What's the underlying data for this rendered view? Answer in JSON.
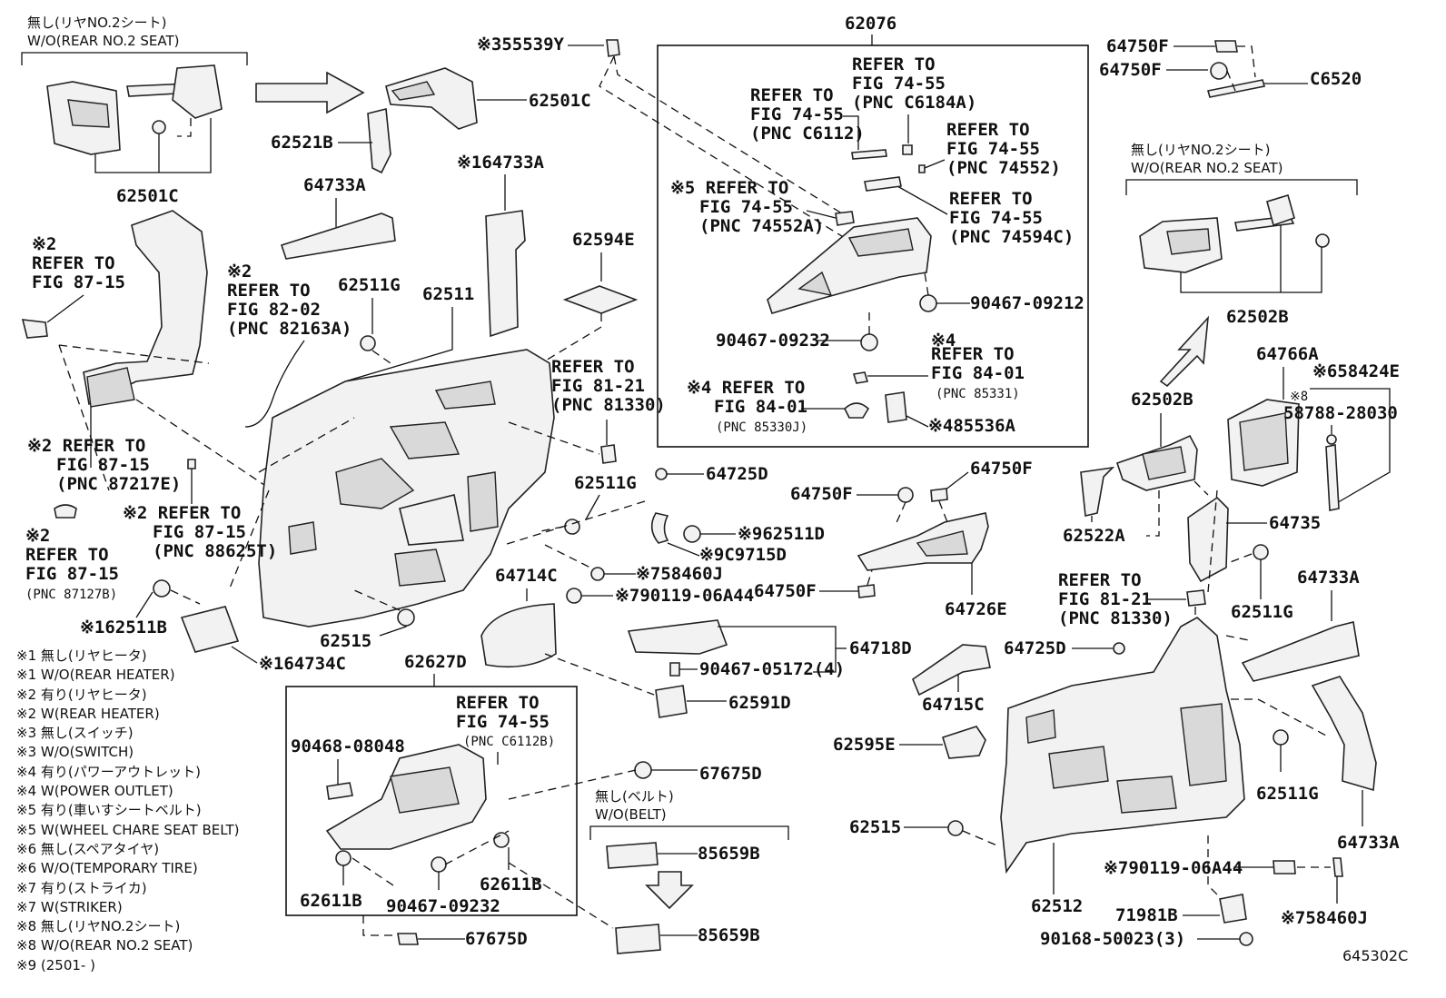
{
  "header": {
    "wo_rear_no2_seat_jp": "無し(リヤNO.2シート)",
    "wo_rear_no2_seat_en": "W/O(REAR NO.2 SEAT)",
    "wo_belt_jp": "無し(ベルト)",
    "wo_belt_en": "W/O(BELT)"
  },
  "parts": {
    "p62501C_a": "62501C",
    "p62501C_b": "62501C",
    "p55539Y": "※355539Y",
    "p62521B": "62521B",
    "p62076": "62076",
    "p64733A_a": "64733A",
    "p64733A_b": "※164733A",
    "p64733A_c": "64733A",
    "p64733A_d": "64733A",
    "p62594E": "62594E",
    "p62511G_a": "62511G",
    "p62511G_b": "62511G",
    "p62511G_c": "62511G",
    "p62511G_d": "62511G",
    "p62511": "62511",
    "p62511D": "※962511D",
    "pC9715D": "※9C9715D",
    "p64725D_a": "64725D",
    "p64725D_b": "64725D",
    "p64714C": "64714C",
    "p58460J_a": "※758460J",
    "p58460J_b": "※758460J",
    "p90119_a": "※790119-06A44",
    "p90119_b": "※790119-06A44",
    "p62511B": "※162511B",
    "p64734C": "※164734C",
    "p62515_a": "62515",
    "p62515_b": "62515",
    "p62627D": "62627D",
    "p90468": "90468-08048",
    "p62611B_a": "62611B",
    "p62611B_b": "62611B",
    "p90467_09232_a": "90467-09232",
    "p90467_09232_b": "90467-09232",
    "p90467_09212": "90467-09212",
    "p67675D_a": "67675D",
    "p67675D_b": "67675D",
    "p85659B_a": "85659B",
    "p85659B_b": "85659B",
    "p64718D": "64718D",
    "p90467_05172": "90467-05172(4)",
    "p62591D": "62591D",
    "p85536A": "※485536A",
    "p64750F_a": "64750F",
    "p64750F_b": "64750F",
    "p64750F_c": "64750F",
    "p64750F_d": "64750F",
    "p64750F_e": "64750F",
    "pC6520": "C6520",
    "p64726E": "64726E",
    "p62502B_a": "62502B",
    "p62502B_b": "62502B",
    "p64766A": "64766A",
    "p58424E": "※658424E",
    "p58788": "58788-28030",
    "p58788_mark": "※8",
    "p62522A": "62522A",
    "p64735": "64735",
    "p64715C": "64715C",
    "p62595E": "62595E",
    "p62512": "62512",
    "p71981B": "71981B",
    "p90168": "90168-50023(3)"
  },
  "refs": {
    "r87_15_a": [
      "※2",
      "REFER TO",
      "FIG 87-15"
    ],
    "r82_02": [
      "※2",
      "REFER TO",
      "FIG 82-02",
      "(PNC 82163A)"
    ],
    "r87_15_b": [
      "※2 REFER TO",
      "FIG 87-15",
      "(PNC 87217E)"
    ],
    "r87_15_c": [
      "※2 REFER TO",
      "FIG 87-15",
      "(PNC 88625T)"
    ],
    "r87_15_d": [
      "※2",
      "REFER TO",
      "FIG 87-15",
      "(PNC 87127B)"
    ],
    "r81_21_a": [
      "REFER TO",
      "FIG 81-21",
      "(PNC 81330)"
    ],
    "r81_21_b": [
      "REFER TO",
      "FIG 81-21",
      "(PNC 81330)"
    ],
    "r74_55_c6184a": [
      "REFER TO",
      "FIG 74-55",
      "(PNC C6184A)"
    ],
    "r74_55_c6112": [
      "REFER TO",
      "FIG 74-55",
      "(PNC C6112)"
    ],
    "r74_55_74552": [
      "REFER TO",
      "FIG 74-55",
      "(PNC 74552)"
    ],
    "r74_55_74552a": [
      "※5 REFER TO",
      "FIG 74-55",
      "(PNC 74552A)"
    ],
    "r74_55_74594c": [
      "REFER TO",
      "FIG 74-55",
      "(PNC 74594C)"
    ],
    "r84_01_a": [
      "※4",
      "REFER TO",
      "FIG 84-01",
      "(PNC 85331)"
    ],
    "r84_01_b": [
      "※4 REFER TO",
      "FIG 84-01",
      "(PNC 85330J)"
    ],
    "r74_55_c6112b": [
      "REFER TO",
      "FIG 74-55",
      "(PNC C6112B)"
    ]
  },
  "notes": [
    "※1 無し(リヤヒータ)",
    "※1 W/O(REAR HEATER)",
    "※2 有り(リヤヒータ)",
    "※2 W(REAR HEATER)",
    "※3 無し(スイッチ)",
    "※3 W/O(SWITCH)",
    "※4 有り(パワーアウトレット)",
    "※4 W(POWER OUTLET)",
    "※5 有り(車いすシートベルト)",
    "※5 W(WHEEL CHARE SEAT BELT)",
    "※6 無し(スペアタイヤ)",
    "※6 W/O(TEMPORARY TIRE)",
    "※7 有り(ストライカ)",
    "※7 W(STRIKER)",
    "※8 無し(リヤNO.2シート)",
    "※8 W/O(REAR NO.2 SEAT)",
    "※9 (2501-      )"
  ],
  "catalog_code": "645302C"
}
